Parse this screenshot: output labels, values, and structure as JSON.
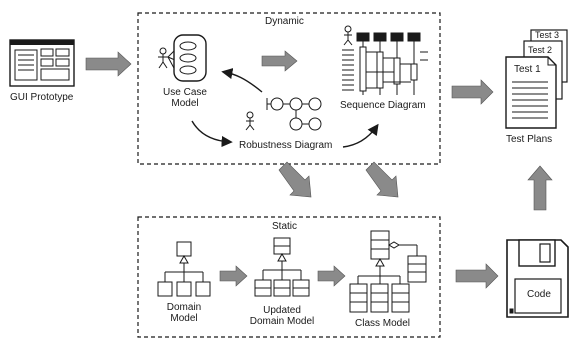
{
  "gui_prototype": {
    "label": "GUI Prototype"
  },
  "dynamic_box": {
    "title": "Dynamic",
    "use_case_model": [
      "Use Case",
      "Model"
    ],
    "sequence_diagram": "Sequence Diagram",
    "robustness_diagram": "Robustness Diagram"
  },
  "static_box": {
    "title": "Static",
    "domain_model": [
      "Domain",
      "Model"
    ],
    "updated_domain_model": [
      "Updated",
      "Domain Model"
    ],
    "class_model": "Class Model"
  },
  "test_plans": {
    "label": "Test Plans",
    "sheets": [
      "Test 3",
      "Test 2",
      "Test 1"
    ]
  },
  "code": {
    "label": "Code"
  },
  "colors": {
    "arrow_fill": "#8a8a8a",
    "line": "#1a1a1a",
    "background": "#ffffff"
  }
}
